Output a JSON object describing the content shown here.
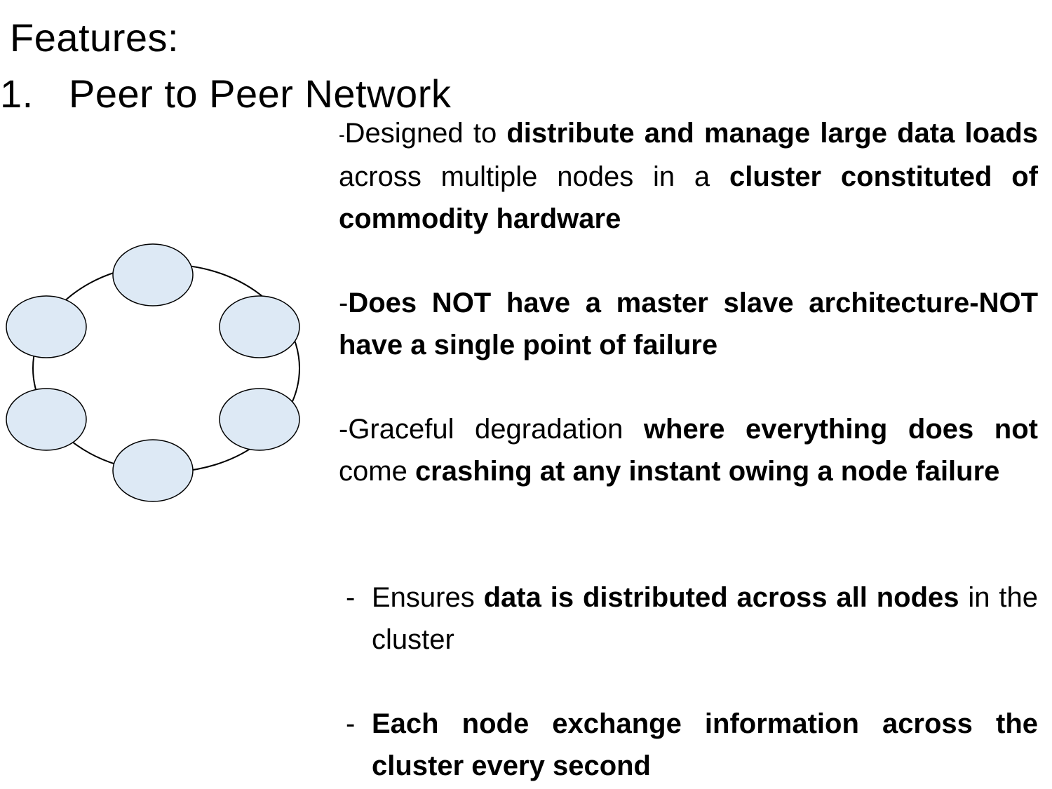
{
  "title": "Features:",
  "heading": {
    "number": "1.",
    "text": "Peer to Peer Network"
  },
  "diagram": {
    "node_fill": "#dde9f5",
    "stroke": "#000000",
    "node_count": 6
  },
  "points": {
    "p1": {
      "dash": "-",
      "t1": "Designed to ",
      "b1": "distribute and manage large data loads",
      "t2": " across multiple nodes in a ",
      "b2": "cluster constituted of commodity hardware"
    },
    "p2": {
      "dash": "-",
      "b1": "Does NOT have a master slave architecture-NOT have a single point of failure"
    },
    "p3": {
      "t1": "-Graceful degradation ",
      "b1": "where everything does not",
      "t2": " come ",
      "b2": "crashing at any instant owing a node failure"
    },
    "p4": {
      "dash": "-",
      "t1": "Ensures ",
      "b1": "data is distributed across all nodes",
      "t2": " in the cluster"
    },
    "p5": {
      "dash": "-",
      "b1": " Each node exchange information across the cluster every second"
    }
  }
}
